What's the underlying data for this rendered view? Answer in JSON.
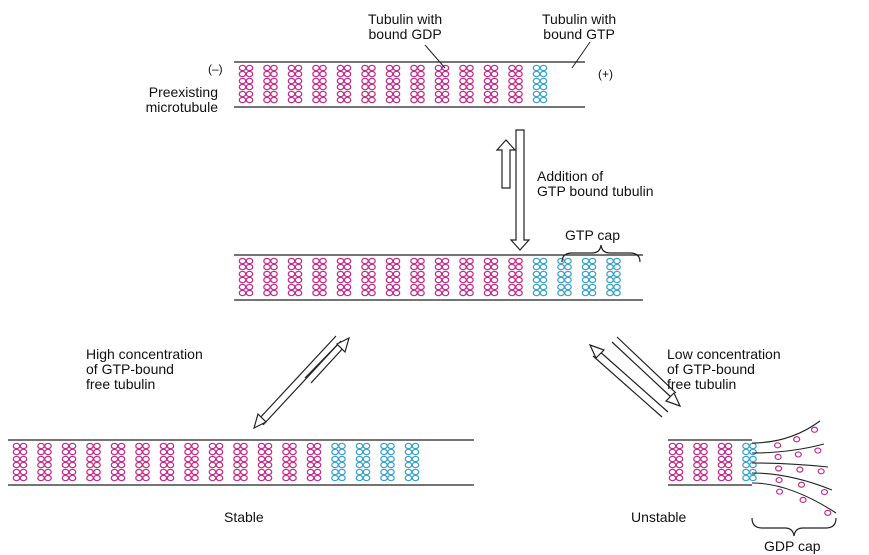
{
  "labels": {
    "tubulin_gdp": "Tubulin with\nbound GDP",
    "tubulin_gtp": "Tubulin with\nbound GTP",
    "minus_end": "(–)",
    "plus_end": "(+)",
    "preexisting": "Preexisting\nmicrotubule",
    "addition": "Addition of\nGTP bound tubulin",
    "gtp_cap": "GTP cap",
    "high_conc": "High concentration\nof GTP-bound\nfree tubulin",
    "low_conc": "Low concentration\nof GTP-bound\nfree tubulin",
    "stable": "Stable",
    "unstable": "Unstable",
    "gdp_cap": "GDP cap"
  },
  "colors": {
    "gdp_tubulin": "#c0308a",
    "gtp_tubulin": "#3fa3c6",
    "outline": "#222222",
    "arrow_fill": "#ffffff"
  },
  "microtubules": {
    "preexisting": {
      "gdp_columns": 12,
      "gtp_columns": 1
    },
    "growing": {
      "gdp_columns": 12,
      "gtp_columns": 4
    },
    "stable": {
      "gdp_columns": 13,
      "gtp_columns": 4
    },
    "unstable": {
      "gdp_columns": 3,
      "gtp_columns": 1,
      "peeling_strands": 5
    }
  }
}
